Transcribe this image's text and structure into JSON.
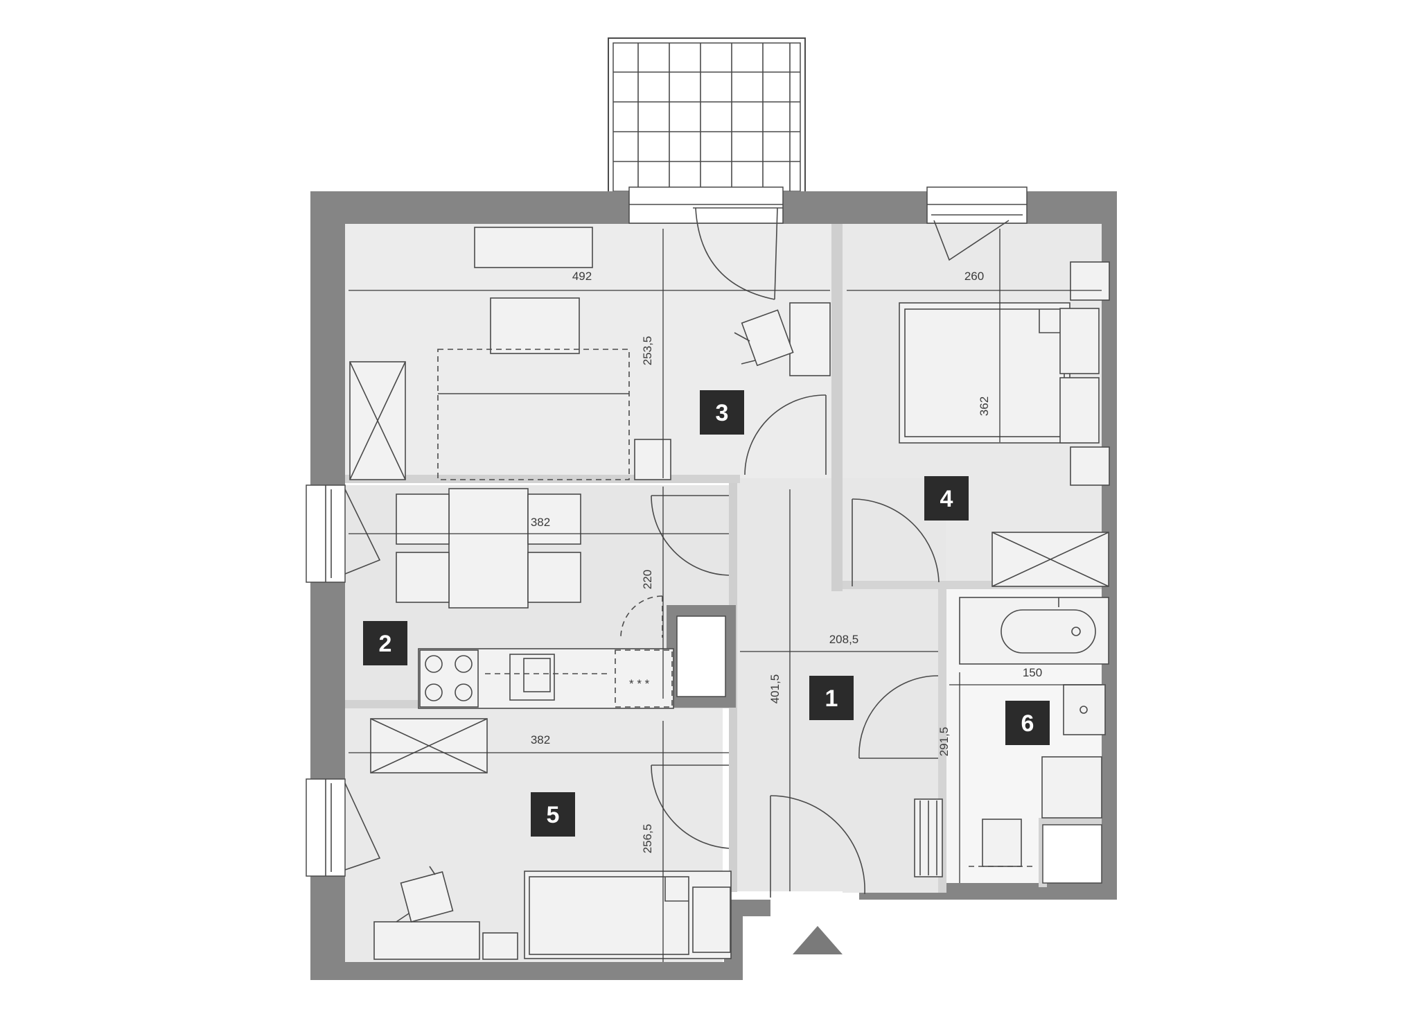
{
  "rooms": [
    {
      "number": "1"
    },
    {
      "number": "2"
    },
    {
      "number": "3"
    },
    {
      "number": "4"
    },
    {
      "number": "5"
    },
    {
      "number": "6"
    }
  ],
  "dimensions": {
    "room3_width": "492",
    "room3_depth": "253,5",
    "room4_width": "260",
    "room4_depth": "362",
    "room2_width": "382",
    "room2_depth": "220",
    "room5_width": "382",
    "room5_depth": "256,5",
    "room1_width": "208,5",
    "room1_depth": "401,5",
    "room6_width": "150",
    "room6_depth": "291,5"
  },
  "colors": {
    "wall": "#858585",
    "floor": "#e9e9e9",
    "floor_light": "#f1f1f1",
    "bathroom_floor": "#f6f6f6",
    "label_bg": "#2b2b2b",
    "entrance_marker": "#7a7a7a"
  },
  "icons": {
    "entrance": "entrance-triangle-icon"
  }
}
